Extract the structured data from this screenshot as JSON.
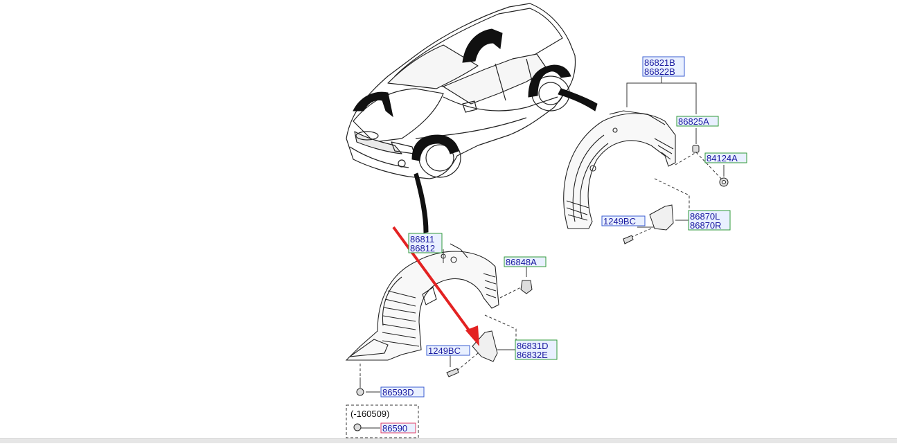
{
  "diagram": {
    "part_labels": {
      "rear_guard_a": "86821B",
      "rear_guard_b": "86822B",
      "rear_clip": "86825A",
      "rear_nut": "84124A",
      "rear_screw": "1249BC",
      "rear_flap_l": "86870L",
      "rear_flap_r": "86870R",
      "front_guard_a": "86811",
      "front_guard_b": "86812",
      "front_clip": "86848A",
      "front_screw": "1249BC",
      "front_flap_d": "86831D",
      "front_flap_e": "86832E",
      "front_bolt": "86593D",
      "date_range": "(-160509)",
      "old_part": "86590"
    },
    "colors": {
      "label_blue": "#1a1aa0",
      "label_border_blue": "#3a5cd0",
      "label_border_green": "#2f9a3a",
      "label_bg": "#e9f0ff",
      "old_part_border": "#e0406a",
      "arrow_red": "#e32222",
      "line_dark": "#222222"
    }
  }
}
